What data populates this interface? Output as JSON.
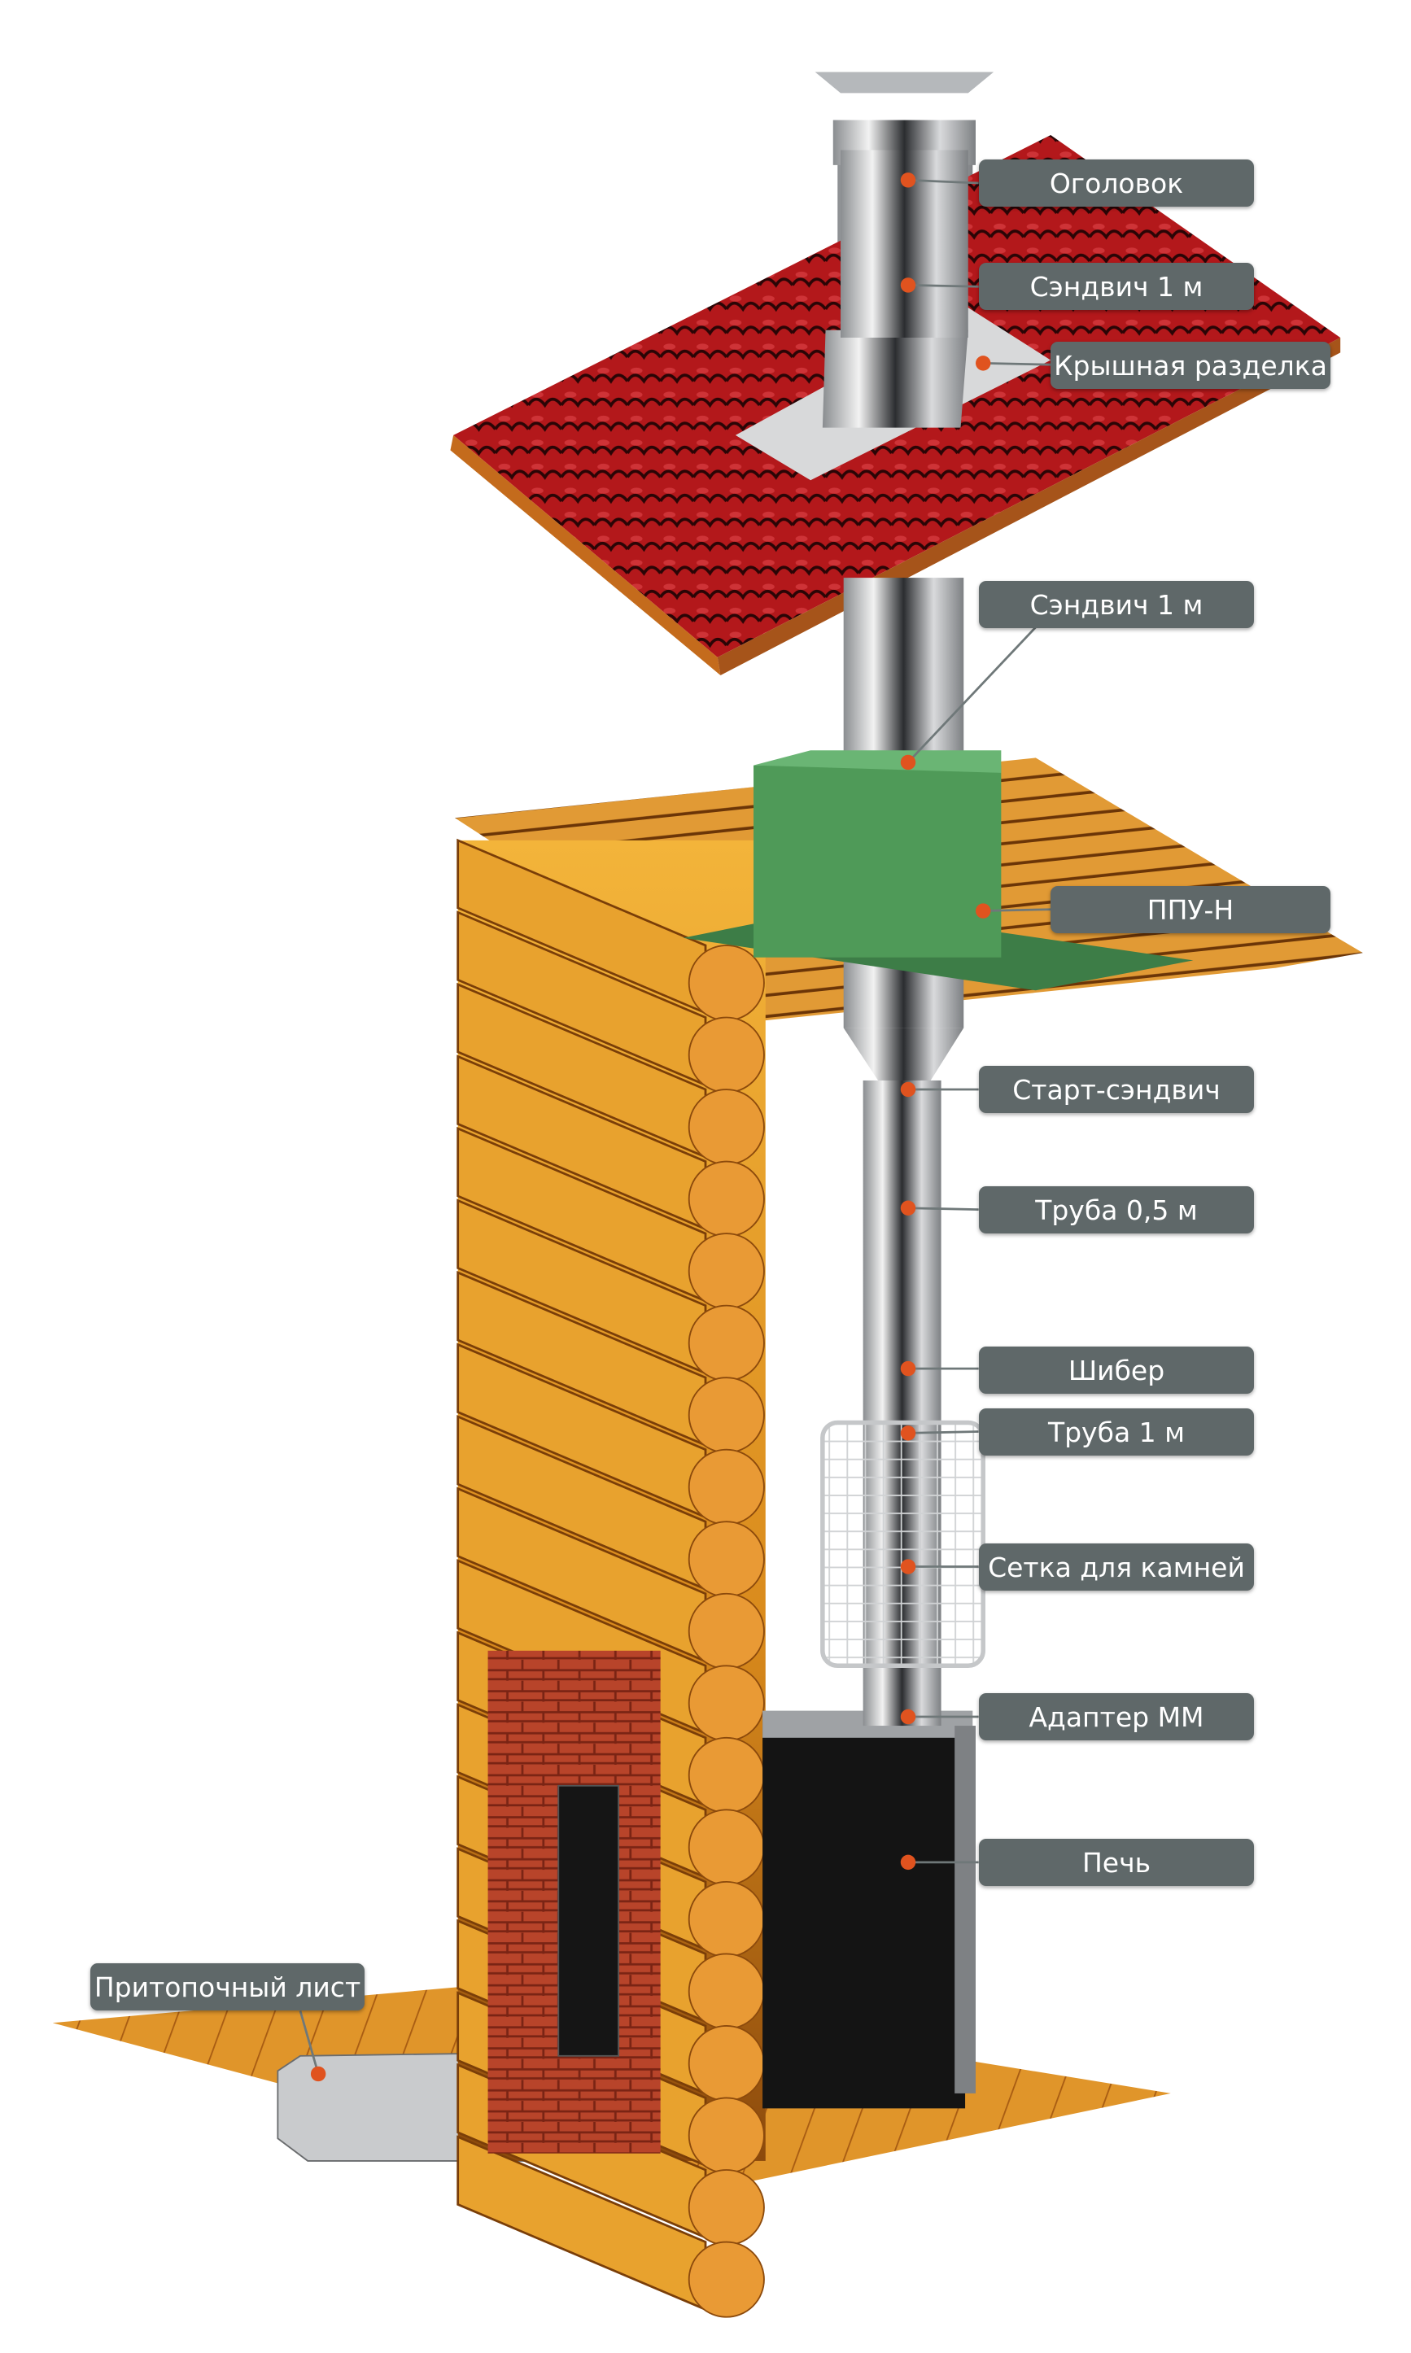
{
  "labels": {
    "chimney_cap": "Оголовок",
    "sandwich_top": "Сэндвич 1 м",
    "roof_passage": "Крышная разделка",
    "sandwich_middle": "Сэндвич 1 м",
    "ceiling_passage": "ППУ-Н",
    "start_sandwich": "Старт-сэндвич",
    "pipe_half": "Труба 0,5 м",
    "damper": "Шибер",
    "pipe_1m": "Труба 1 м",
    "stone_grid": "Сетка для камней",
    "adapter": "Адаптер ММ",
    "stove": "Печь",
    "hearth_sheet": "Притопочный лист"
  },
  "colors": {
    "label_bg": "#5f6869",
    "marker": "#e0531f",
    "roof": "#b3181b",
    "wood": "#d98a1c",
    "ceiling_box": "#4f9a58"
  }
}
